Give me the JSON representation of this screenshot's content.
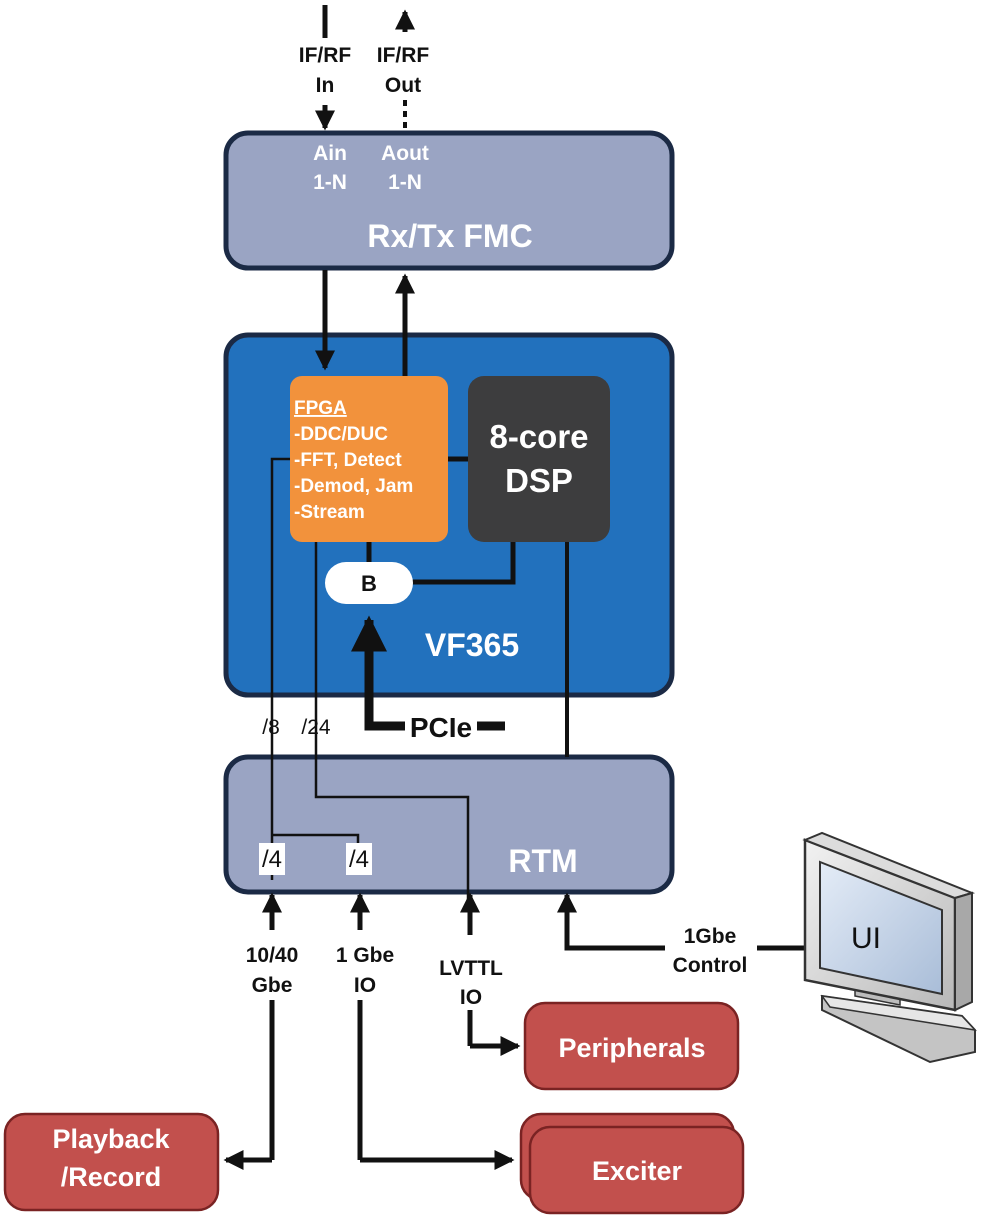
{
  "colors": {
    "fmc_fill": "#9aa4c3",
    "rtm_fill": "#9aa4c3",
    "board_fill": "#2271bd",
    "fpga_fill": "#f2923c",
    "dsp_fill": "#3d3d3e",
    "red_box_fill": "#c2504d",
    "outline": "#1b2a45"
  },
  "io": {
    "ifrf_in": [
      "IF/RF",
      "In"
    ],
    "ifrf_out": [
      "IF/RF",
      "Out"
    ]
  },
  "fmc": {
    "label": "Rx/Tx FMC",
    "ain": [
      "Ain",
      "1-N"
    ],
    "aout": [
      "Aout",
      "1-N"
    ]
  },
  "board": {
    "label": "VF365",
    "fpga": {
      "title": "FPGA",
      "items": [
        "-DDC/DUC",
        "-FFT, Detect",
        "-Demod, Jam",
        "-Stream"
      ]
    },
    "dsp": [
      "8-core",
      "DSP"
    ],
    "bridge": "B"
  },
  "pcie": "PCIe",
  "lanes": {
    "lane8": "/8",
    "lane24": "/24",
    "rtm_a": "/4",
    "rtm_b": "/4"
  },
  "rtm": {
    "label": "RTM"
  },
  "links": {
    "gbe_10_40": [
      "10/40",
      "Gbe"
    ],
    "gbe_1": [
      "1 Gbe",
      "IO"
    ],
    "lvttl": [
      "LVTTL",
      "IO"
    ],
    "control": [
      "1Gbe",
      "Control"
    ]
  },
  "boxes": {
    "peripherals": "Peripherals",
    "exciter": "Exciter",
    "playback": [
      "Playback",
      "/Record"
    ]
  },
  "ui_monitor": {
    "label": "UI",
    "icon": "monitor-icon"
  }
}
